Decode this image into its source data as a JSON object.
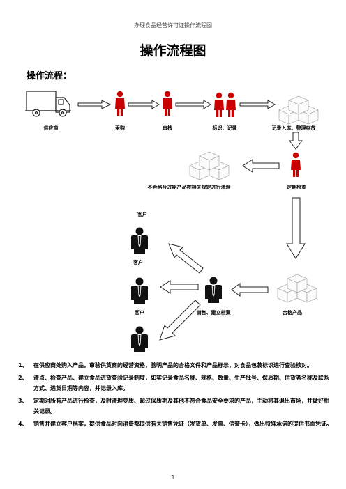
{
  "document": {
    "header": "办理食品经营许可证操作流程图",
    "title": "操作流程图",
    "subtitle": "操作流程：",
    "page_number": "1"
  },
  "flow": {
    "labels": {
      "supplier": "供应商",
      "purchase": "采购",
      "audit": "审核",
      "marking": "标识、记录",
      "storage": "记录入库、整理存放",
      "disposal": "不合格及过期产品按相关规定进行清理",
      "inspection": "定期检查",
      "customer_top": "客户",
      "customer_mid": "客户",
      "customer_left": "客户",
      "sales": "销售、建立档案",
      "qualified": "合格产品"
    },
    "colors": {
      "person_red": "#c80000",
      "person_black": "#111111",
      "arrow_outline": "#222222"
    }
  },
  "steps": [
    {
      "no": "1、",
      "text": "在供应商处购入产品，审验供货商的经营资格，验明产品的合格文件和产品标示，对食品包装标识进行查验核对。"
    },
    {
      "no": "2、",
      "text": "清点、检查产品、建立食品进货查验记录制度，如实记录食品名称、规格、数量、生产批号、保质期、供货者名称及联系方式、进货日期等内容，并记录入库。"
    },
    {
      "no": "3、",
      "text": "定期对所有产品进行检查，及时清理变质、超过保质期及其他不符合食品安全要求的产品，主动将其退出市场，并做好相关记录。"
    },
    {
      "no": "4、",
      "text": "销售并建立客户档案，提供食品时向消费都提供有关销售凭证（发货单、发票、信誉卡），做出特殊承诺的提供书面凭证。"
    }
  ]
}
